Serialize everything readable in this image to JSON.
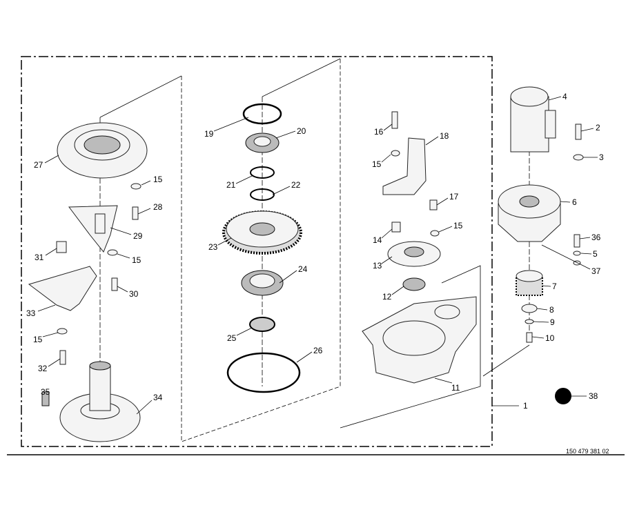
{
  "drawing_number": "150 479 381 02",
  "callouts": {
    "c1": "1",
    "c2": "2",
    "c3": "3",
    "c4": "4",
    "c5": "5",
    "c6": "6",
    "c7": "7",
    "c8": "8",
    "c9": "9",
    "c10": "10",
    "c11": "11",
    "c12": "12",
    "c13": "13",
    "c14": "14",
    "c15a": "15",
    "c15b": "15",
    "c15c": "15",
    "c15d": "15",
    "c15e": "15",
    "c16": "16",
    "c17": "17",
    "c18": "18",
    "c19": "19",
    "c20": "20",
    "c21": "21",
    "c22": "22",
    "c23": "23",
    "c24": "24",
    "c25": "25",
    "c26": "26",
    "c27": "27",
    "c28": "28",
    "c29": "29",
    "c30": "30",
    "c31": "31",
    "c32": "32",
    "c33": "33",
    "c34": "34",
    "c35": "35",
    "c36": "36",
    "c37": "37",
    "c38": "38"
  }
}
